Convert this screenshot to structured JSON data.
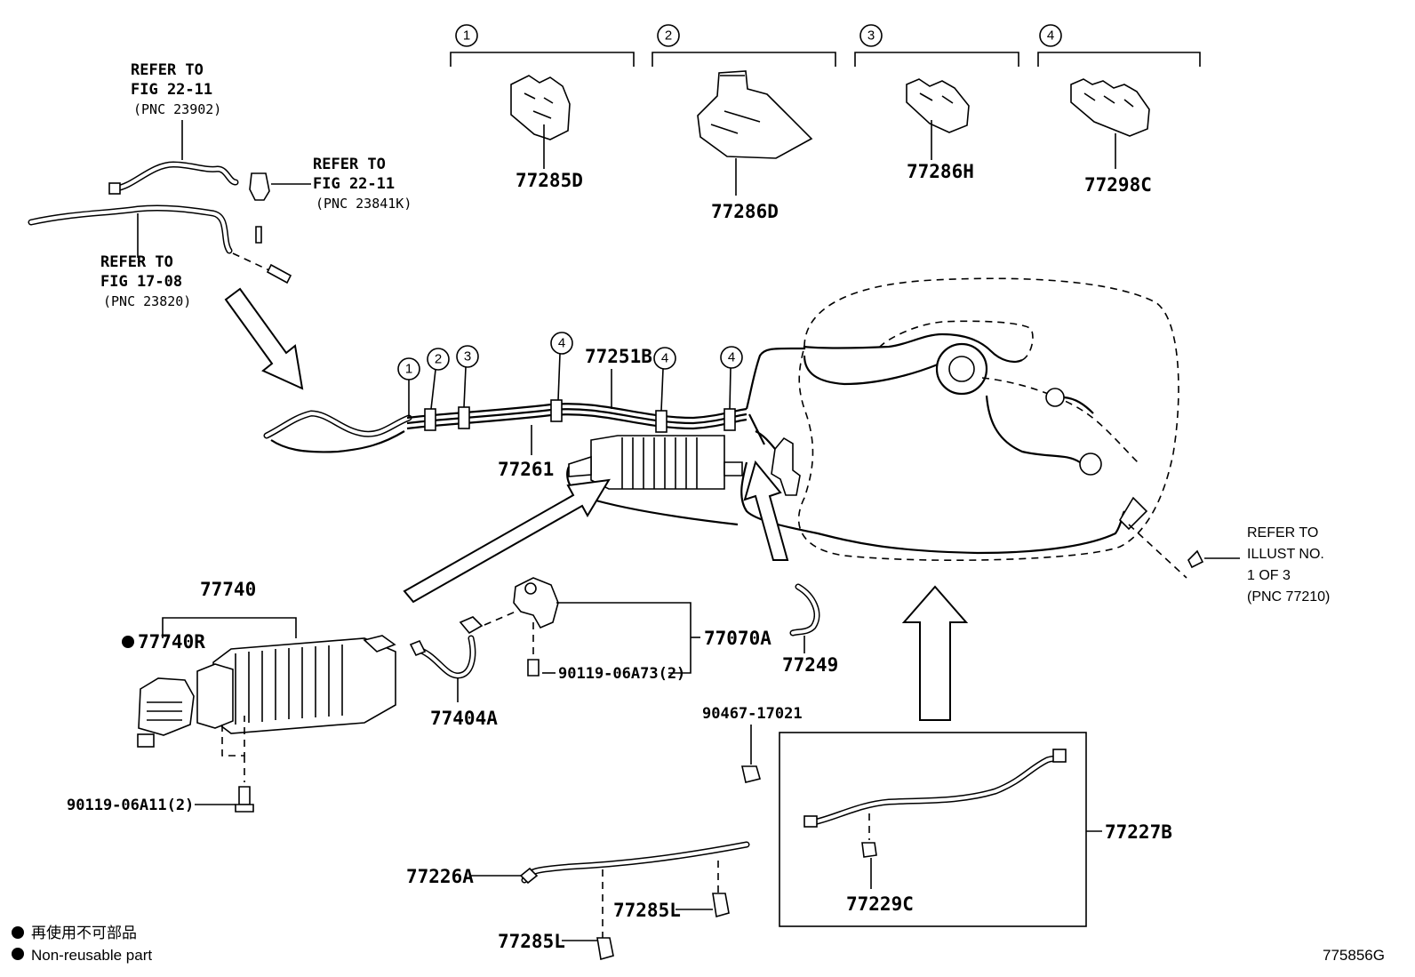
{
  "diagram_id": "775856G",
  "clip_groups": [
    {
      "num": "1",
      "part": "77285D"
    },
    {
      "num": "2",
      "part": "77286D"
    },
    {
      "num": "3",
      "part": "77286H"
    },
    {
      "num": "4",
      "part": "77298C"
    }
  ],
  "refs": {
    "fig22_11_a": {
      "line1": "REFER TO",
      "line2": "FIG 22-11",
      "line3": "(PNC 23902)"
    },
    "fig22_11_b": {
      "line1": "REFER TO",
      "line2": "FIG 22-11",
      "line3": "(PNC 23841K)"
    },
    "fig17_08": {
      "line1": "REFER TO",
      "line2": "FIG 17-08",
      "line3": "(PNC 23820)"
    },
    "illust": {
      "line1": "REFER TO",
      "line2": "ILLUST NO.",
      "line3": "1 OF 3",
      "line4": "(PNC 77210)"
    }
  },
  "callouts": {
    "c1": "1",
    "c2": "2",
    "c3": "3",
    "c4a": "4",
    "c4b": "4",
    "c4c": "4"
  },
  "parts": {
    "p77251B": "77251B",
    "p77261": "77261",
    "p77740": "77740",
    "p77740R": "77740R",
    "p77070A": "77070A",
    "p90119_06A73": "90119-06A73(2)",
    "p77404A": "77404A",
    "p77249": "77249",
    "p90119_06A11": "90119-06A11(2)",
    "p90467_17021": "90467-17021",
    "p77227B": "77227B",
    "p77229C": "77229C",
    "p77226A": "77226A",
    "p77285L_a": "77285L",
    "p77285L_b": "77285L"
  },
  "legend": {
    "jp": "再使用不可部品",
    "en": "Non-reusable part"
  }
}
